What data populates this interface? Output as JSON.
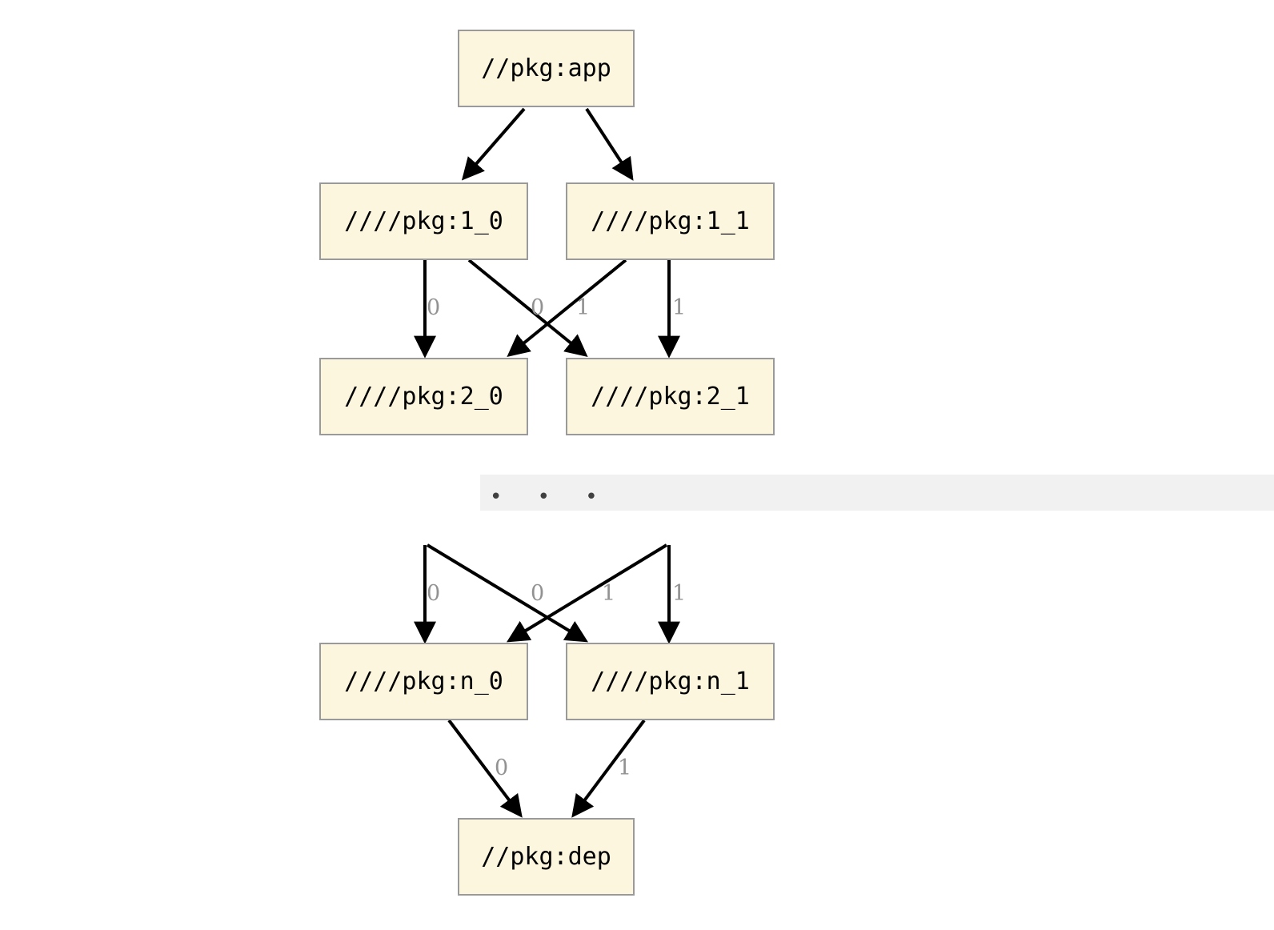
{
  "diagram": {
    "type": "dependency-graph",
    "title": "",
    "background_color": "#ffffff",
    "node_fill_color": "#fdf6de",
    "node_border_color": "#9a9a9a",
    "edge_color": "#000000",
    "edge_label_color": "#929292",
    "elide_band_color": "#f1f1f1"
  },
  "nodes": {
    "app": {
      "label": "//pkg:app"
    },
    "l1_0": {
      "label": "////pkg:1_0"
    },
    "l1_1": {
      "label": "////pkg:1_1"
    },
    "l2_0": {
      "label": "////pkg:2_0"
    },
    "l2_1": {
      "label": "////pkg:2_1"
    },
    "ln_0": {
      "label": "////pkg:n_0"
    },
    "ln_1": {
      "label": "////pkg:n_1"
    },
    "dep": {
      "label": "//pkg:dep"
    }
  },
  "elide": {
    "dots": "• • •"
  },
  "edge_labels": {
    "e1_0_to_2_0": "0",
    "e1_0_to_2_1": "0",
    "e1_1_to_2_0": "1",
    "e1_1_to_2_1": "1",
    "en_top_left_straight": "0",
    "en_top_left_cross": "0",
    "en_top_right_cross": "1",
    "en_top_right_straight": "1",
    "en_0_to_dep": "0",
    "en_1_to_dep": "1"
  },
  "edges": [
    {
      "from": "app",
      "to": "l1_0",
      "label": ""
    },
    {
      "from": "app",
      "to": "l1_1",
      "label": ""
    },
    {
      "from": "l1_0",
      "to": "l2_0",
      "label": "0"
    },
    {
      "from": "l1_0",
      "to": "l2_1",
      "label": "0"
    },
    {
      "from": "l1_1",
      "to": "l2_0",
      "label": "1"
    },
    {
      "from": "l1_1",
      "to": "l2_1",
      "label": "1"
    },
    {
      "from": "elided",
      "to": "ln_0",
      "label": "0"
    },
    {
      "from": "elided",
      "to": "ln_1",
      "label": "0"
    },
    {
      "from": "elided",
      "to": "ln_0",
      "label": "1"
    },
    {
      "from": "elided",
      "to": "ln_1",
      "label": "1"
    },
    {
      "from": "ln_0",
      "to": "dep",
      "label": "0"
    },
    {
      "from": "ln_1",
      "to": "dep",
      "label": "1"
    }
  ]
}
